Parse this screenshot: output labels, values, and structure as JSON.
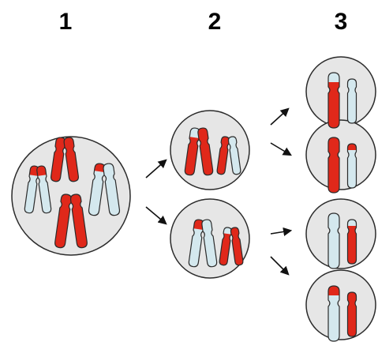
{
  "stages": [
    {
      "label": "1"
    },
    {
      "label": "2"
    },
    {
      "label": "3"
    }
  ],
  "colors": {
    "maternal": "#e0281a",
    "paternal": "#d4e8ee",
    "outline": "#2b2b2b",
    "cell_fill": "#e6e6e6",
    "arrow": "#111111"
  },
  "cells": {
    "stage1": {
      "count": 1,
      "chromosomes": 4,
      "chromatids_per_chromosome": 2
    },
    "stage2": {
      "count": 2,
      "chromosomes": 2,
      "chromatids_per_chromosome": 2
    },
    "stage3": {
      "count": 4,
      "chromosomes": 2,
      "chromatids_per_chromosome": 1
    }
  },
  "arrows": {
    "count": 6,
    "icon": "arrow-right"
  }
}
